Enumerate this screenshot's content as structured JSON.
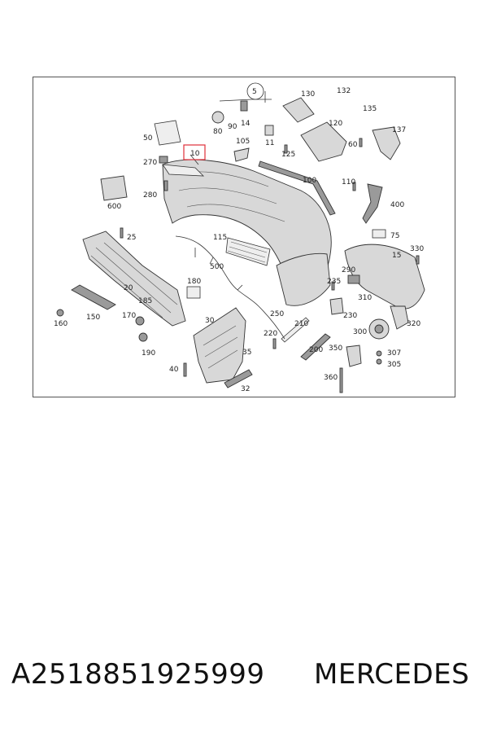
{
  "diagram": {
    "callouts": [
      "5",
      "130",
      "132",
      "135",
      "137",
      "120",
      "50",
      "80",
      "90",
      "14",
      "105",
      "11",
      "125",
      "60",
      "10",
      "270",
      "100",
      "110",
      "280",
      "600",
      "400",
      "75",
      "25",
      "115",
      "330",
      "15",
      "500",
      "290",
      "235",
      "180",
      "20",
      "310",
      "185",
      "250",
      "230",
      "150",
      "170",
      "160",
      "30",
      "210",
      "220",
      "300",
      "320",
      "200",
      "350",
      "190",
      "35",
      "307",
      "305",
      "40",
      "360",
      "32"
    ],
    "highlighted_callout": "10",
    "highlight_color": "#e0303a"
  },
  "footer": {
    "part_number": "A2518851925999",
    "brand": "MERCEDES"
  }
}
